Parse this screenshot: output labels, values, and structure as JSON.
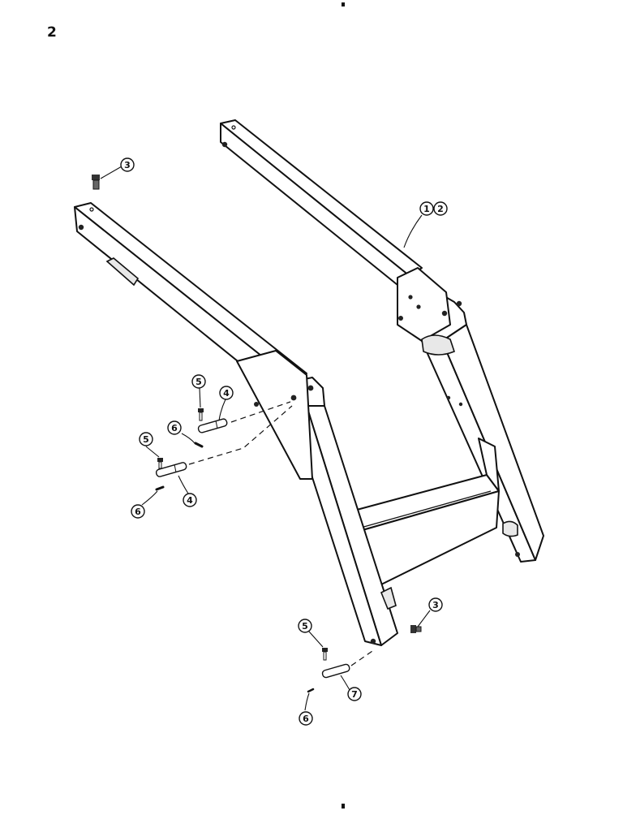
{
  "page": {
    "number": "2"
  },
  "callouts": {
    "c12a": "1",
    "c12b": "2",
    "c3_top": "3",
    "c3_bottom": "3",
    "c4_upper": "4",
    "c4_lower": "4",
    "c5_upper": "5",
    "c5_left": "5",
    "c5_bottom": "5",
    "c6_upper": "6",
    "c6_left": "6",
    "c6_bottom": "6",
    "c7": "7"
  },
  "colors": {
    "ink": "#111111",
    "paper": "#ffffff"
  }
}
